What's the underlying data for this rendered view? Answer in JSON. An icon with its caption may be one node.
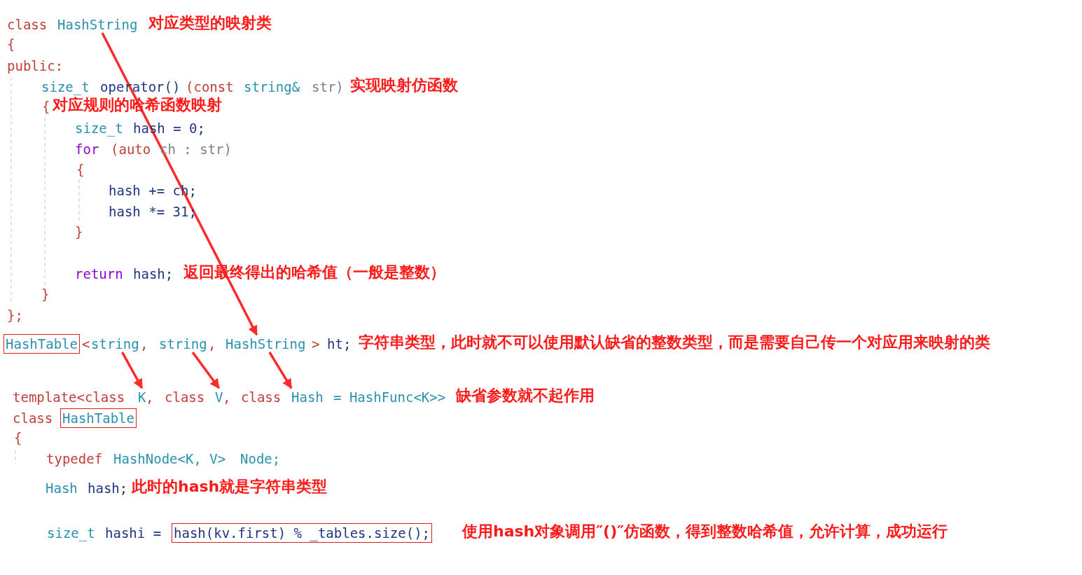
{
  "diagram": {
    "nodes": [
      {
        "text": [
          "HashString"
        ]
      },
      {
        "text": [
          "HashTable"
        ]
      },
      {
        "text": [
          "string"
        ]
      },
      {
        "text": [
          "string"
        ]
      },
      {
        "text": [
          "HashString"
        ]
      },
      {
        "text": [
          "K"
        ]
      },
      {
        "text": [
          "V"
        ]
      },
      {
        "text": [
          "Hash"
        ]
      },
      {
        "text": [
          "HashTable"
        ]
      },
      {
        "text": [
          "hash(kv.first) % _tables.size();"
        ]
      }
    ],
    "edges": [
      {
        "from": 0,
        "to": 4,
        "arrow": "to"
      },
      {
        "from": 2,
        "to": 5,
        "arrow": "to"
      },
      {
        "from": 3,
        "to": 6,
        "arrow": "to"
      },
      {
        "from": 4,
        "to": 7,
        "arrow": "to"
      }
    ],
    "labels": [
      "class",
      "对应类型的映射类",
      "{",
      "public:",
      "size_t",
      "operator()",
      "(const",
      "string&",
      "str)",
      "实现映射仿函数",
      "{",
      "对应规则的哈希函数映射",
      "size_t",
      "hash = 0;",
      "for",
      "(auto",
      "ch : str)",
      "{",
      "hash += ch;",
      "hash *= 31;",
      "}",
      "return",
      "hash;",
      "返回最终得出的哈希值（一般是整数）",
      "}",
      "};",
      "<",
      ",",
      ",",
      ">",
      "ht;",
      "字符串类型，此时就不可以使用默认缺省的整数类型，而是需要自己传一个对应用来映射的类",
      "template<class",
      ",",
      "class",
      ",",
      "class",
      "= HashFunc<K>>",
      "缺省参数就不起作用",
      "class",
      "{",
      "typedef",
      "HashNode<K, V>",
      "Node;",
      "Hash",
      "hash;",
      "此时的hash就是字符串类型",
      "size_t",
      "hashi =",
      "使用hash对象调用″()″仿函数，得到整数哈希值，允许计算，成功运行"
    ]
  }
}
